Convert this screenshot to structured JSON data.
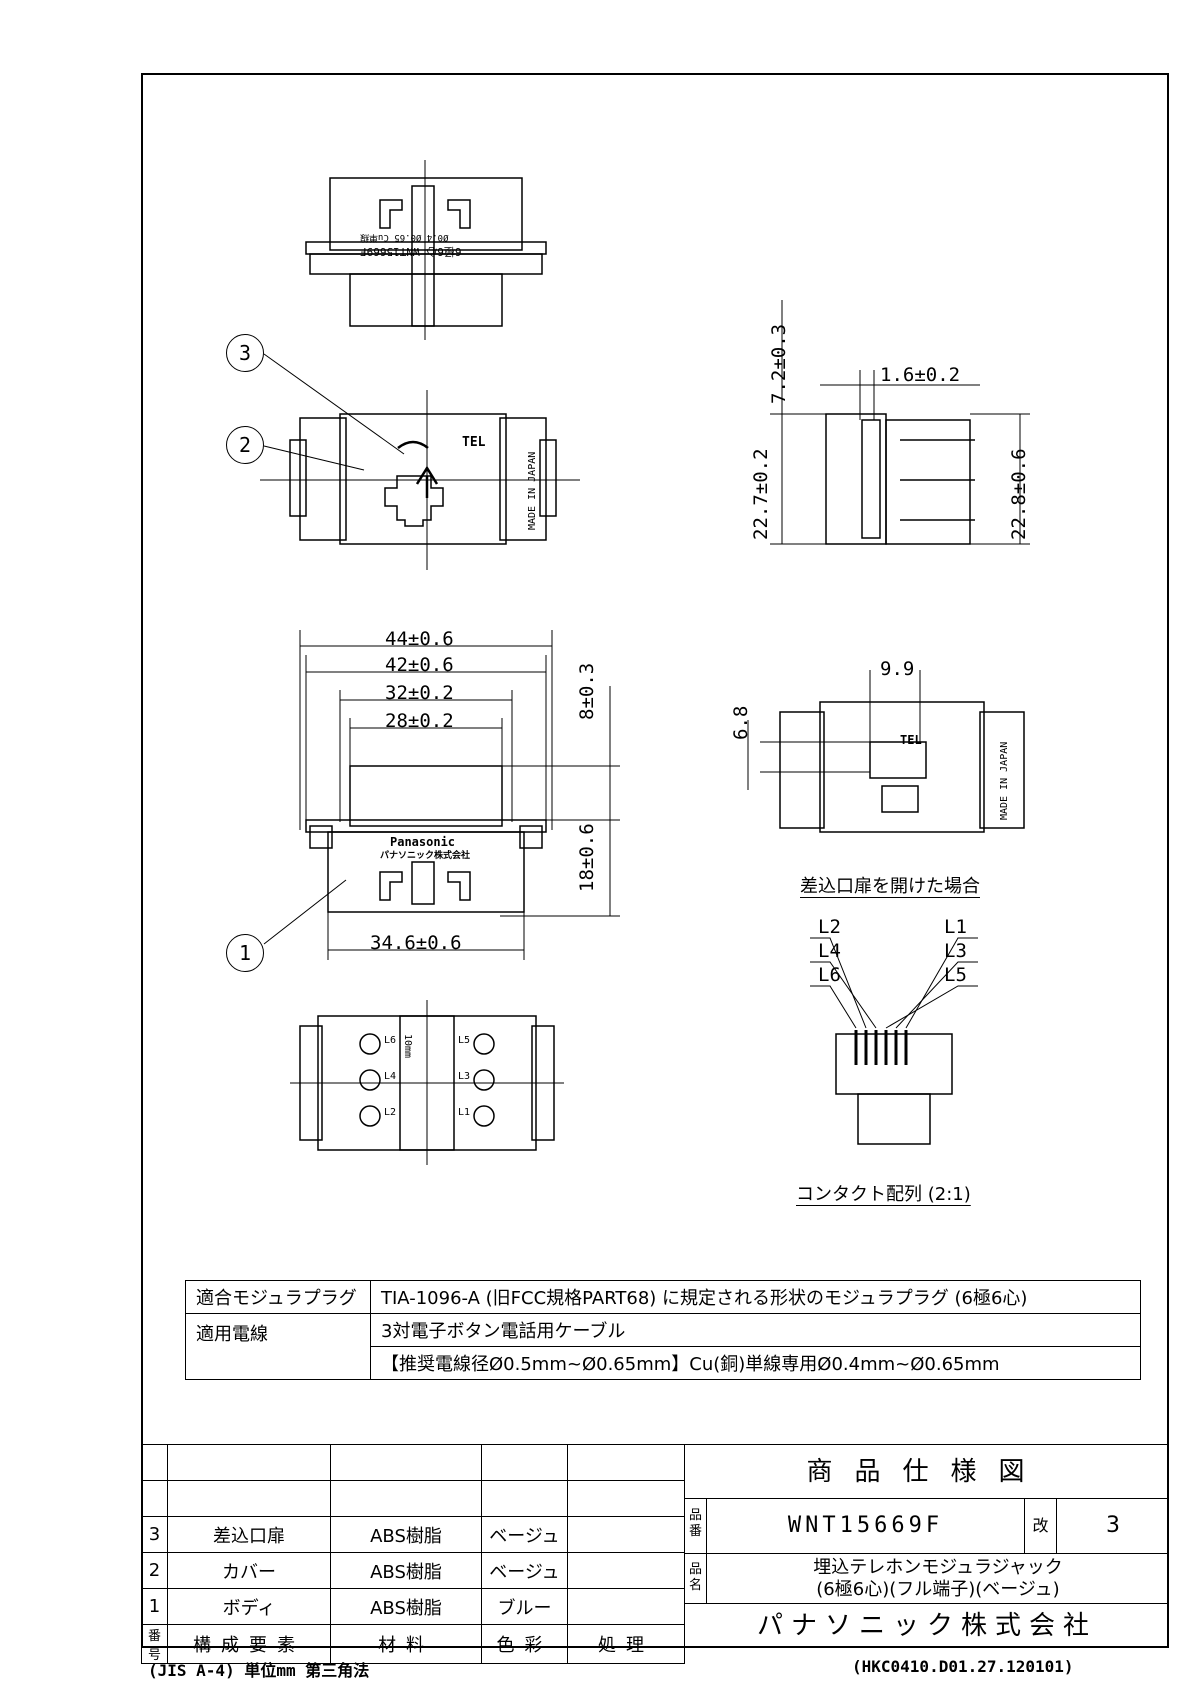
{
  "callouts": [
    "1",
    "2",
    "3"
  ],
  "front_dims": [
    "44±0.6",
    "42±0.6",
    "32±0.2",
    "28±0.2",
    "34.6±0.6"
  ],
  "side_dims_v": [
    "8±0.3",
    "18±0.6"
  ],
  "right_view_dims": [
    "1.6±0.2",
    "7.2±0.3",
    "22.7±0.2",
    "22.8±0.6"
  ],
  "open_view_dims": [
    "9.9",
    "6.8"
  ],
  "captions": {
    "open_door": "差込口扉を開けた場合",
    "contact": "コンタクト配列 (2:1)"
  },
  "contact_labels": [
    "L2",
    "L4",
    "L6",
    "L1",
    "L3",
    "L5"
  ],
  "top_marking": [
    "6極6心 WNT15669F",
    "Ø0.4 Ø0.65 Cu単線"
  ],
  "jack_marks": {
    "tel": "TEL",
    "made": "MADE IN JAPAN",
    "brand": "Panasonic",
    "brand_jp": "パナソニック株式会社"
  },
  "bottom_marks": {
    "l6": "L6",
    "l5": "L5",
    "l4": "L4",
    "l3": "L3",
    "l2": "L2",
    "l1": "L1",
    "strip": "10mm"
  },
  "spec_table": {
    "plug_label": "適合モジュラプラグ",
    "plug_value": "TIA-1096-A (旧FCC規格PART68) に規定される形状のモジュラプラグ (6極6心)",
    "wire_label": "適用電線",
    "wire_value1": "3対電子ボタン電話用ケーブル",
    "wire_value2": "【推奨電線径Ø0.5mm~Ø0.65mm】Cu(銅)単線専用Ø0.4mm~Ø0.65mm"
  },
  "parts": {
    "rows": [
      {
        "no": "3",
        "name": "差込口扉",
        "material": "ABS樹脂",
        "color": "ベージュ",
        "treat": ""
      },
      {
        "no": "2",
        "name": "カバー",
        "material": "ABS樹脂",
        "color": "ベージュ",
        "treat": ""
      },
      {
        "no": "1",
        "name": "ボディ",
        "material": "ABS樹脂",
        "color": "ブルー",
        "treat": ""
      }
    ],
    "header": {
      "no": "番号",
      "name": "構成要素",
      "material": "材料",
      "color": "色彩",
      "treat": "処理"
    }
  },
  "title_block": {
    "title": "商品仕様図",
    "part_no_label": "品番",
    "part_no": "WNT15669F",
    "rev_label": "改",
    "rev": "3",
    "name_label": "品名",
    "name_line1": "埋込テレホンモジュラジャック",
    "name_line2": "(6極6心)(フル端子)(ベージュ)",
    "company": "パナソニック株式会社"
  },
  "footer": {
    "left": "(JIS A-4) 単位mm 第三角法",
    "right": "(HKC0410.D01.27.120101)"
  }
}
